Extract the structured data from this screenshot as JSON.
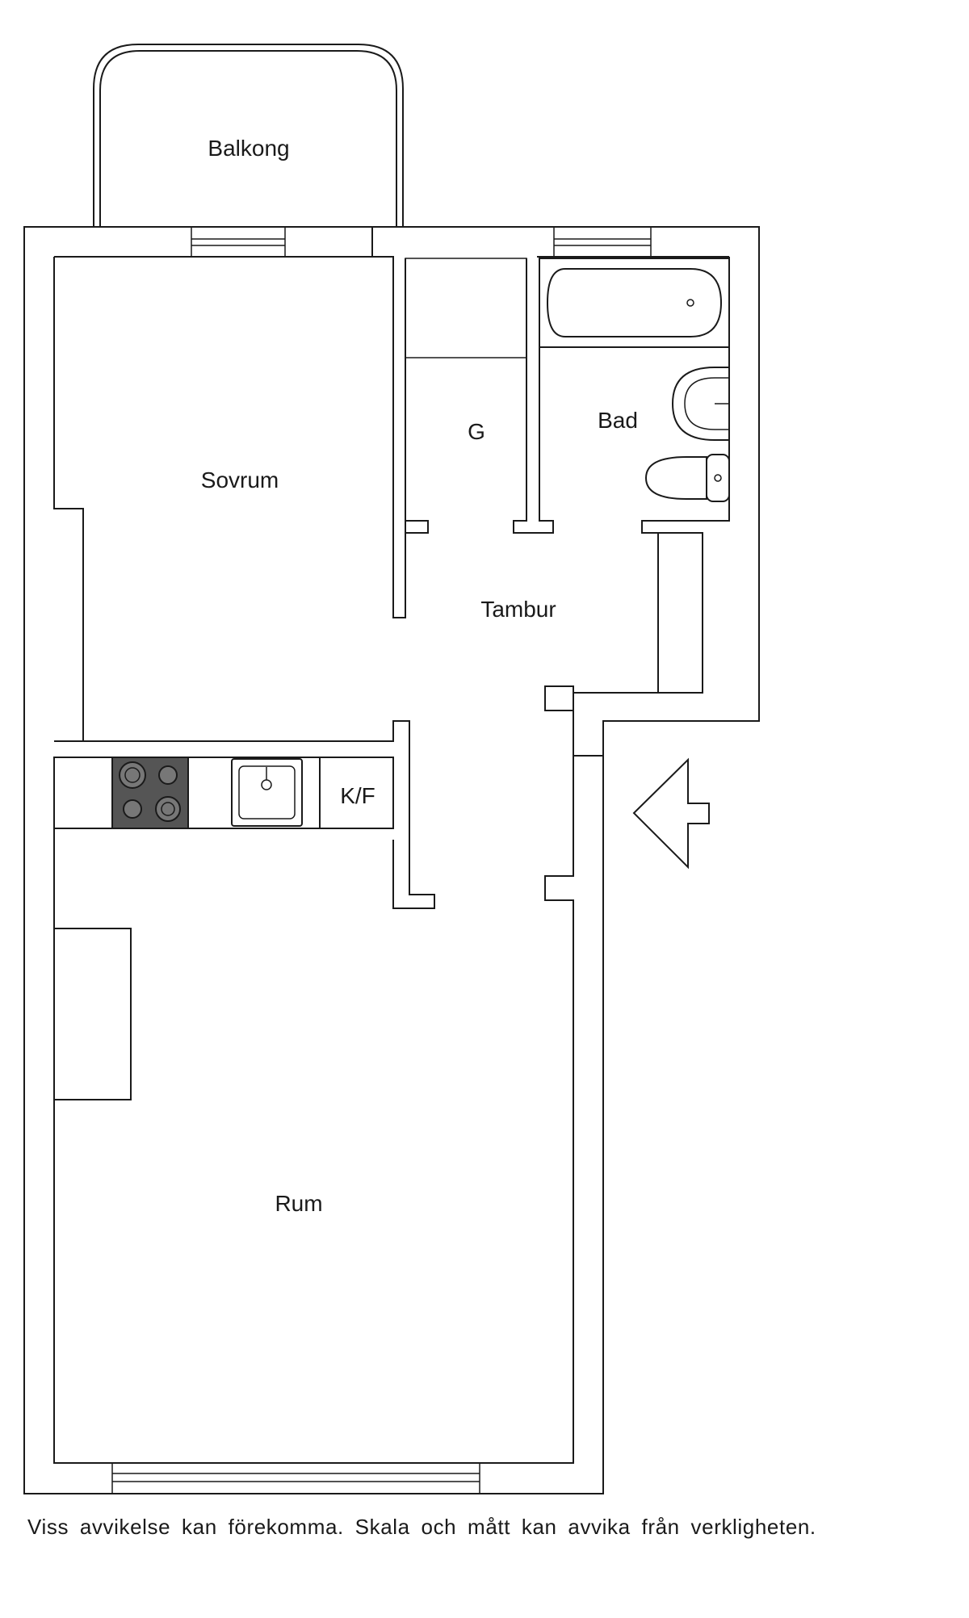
{
  "rooms": {
    "balcony": "Balkong",
    "bedroom": "Sovrum",
    "storage": "G",
    "bathroom": "Bad",
    "hall": "Tambur",
    "kitchen": "K/F",
    "living_room": "Rum"
  },
  "disclaimer": "Viss avvikelse kan förekomma. Skala och mått kan avvika från verkligheten.",
  "colors": {
    "line": "#1a1a1a",
    "stove": "#555555",
    "background": "#ffffff"
  },
  "icons": [
    "entrance-arrow-icon",
    "bathtub-icon",
    "washbasin-icon",
    "toilet-icon",
    "stove-icon",
    "sink-icon"
  ]
}
